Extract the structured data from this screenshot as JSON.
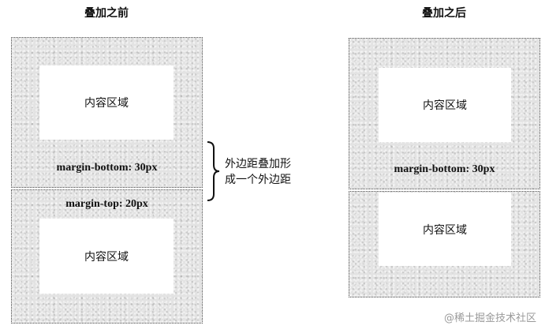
{
  "before": {
    "title": "叠加之前",
    "top_box": {
      "content_label": "内容区域",
      "margin_label": "margin-bottom: 30px"
    },
    "bottom_box": {
      "margin_label": "margin-top: 20px",
      "content_label": "内容区域"
    },
    "annotation": {
      "line1": "外边距叠加形",
      "line2": "成一个外边距"
    }
  },
  "after": {
    "title": "叠加之后",
    "top_box": {
      "content_label": "内容区域",
      "margin_label": "margin-bottom: 30px"
    },
    "bottom_box": {
      "content_label": "内容区域"
    }
  },
  "watermark": "@稀土掘金技术社区",
  "colors": {
    "margin_fill": "#e3e3e3",
    "content_fill": "#ffffff",
    "border": "#555555",
    "watermark": "#9a9a9a"
  }
}
